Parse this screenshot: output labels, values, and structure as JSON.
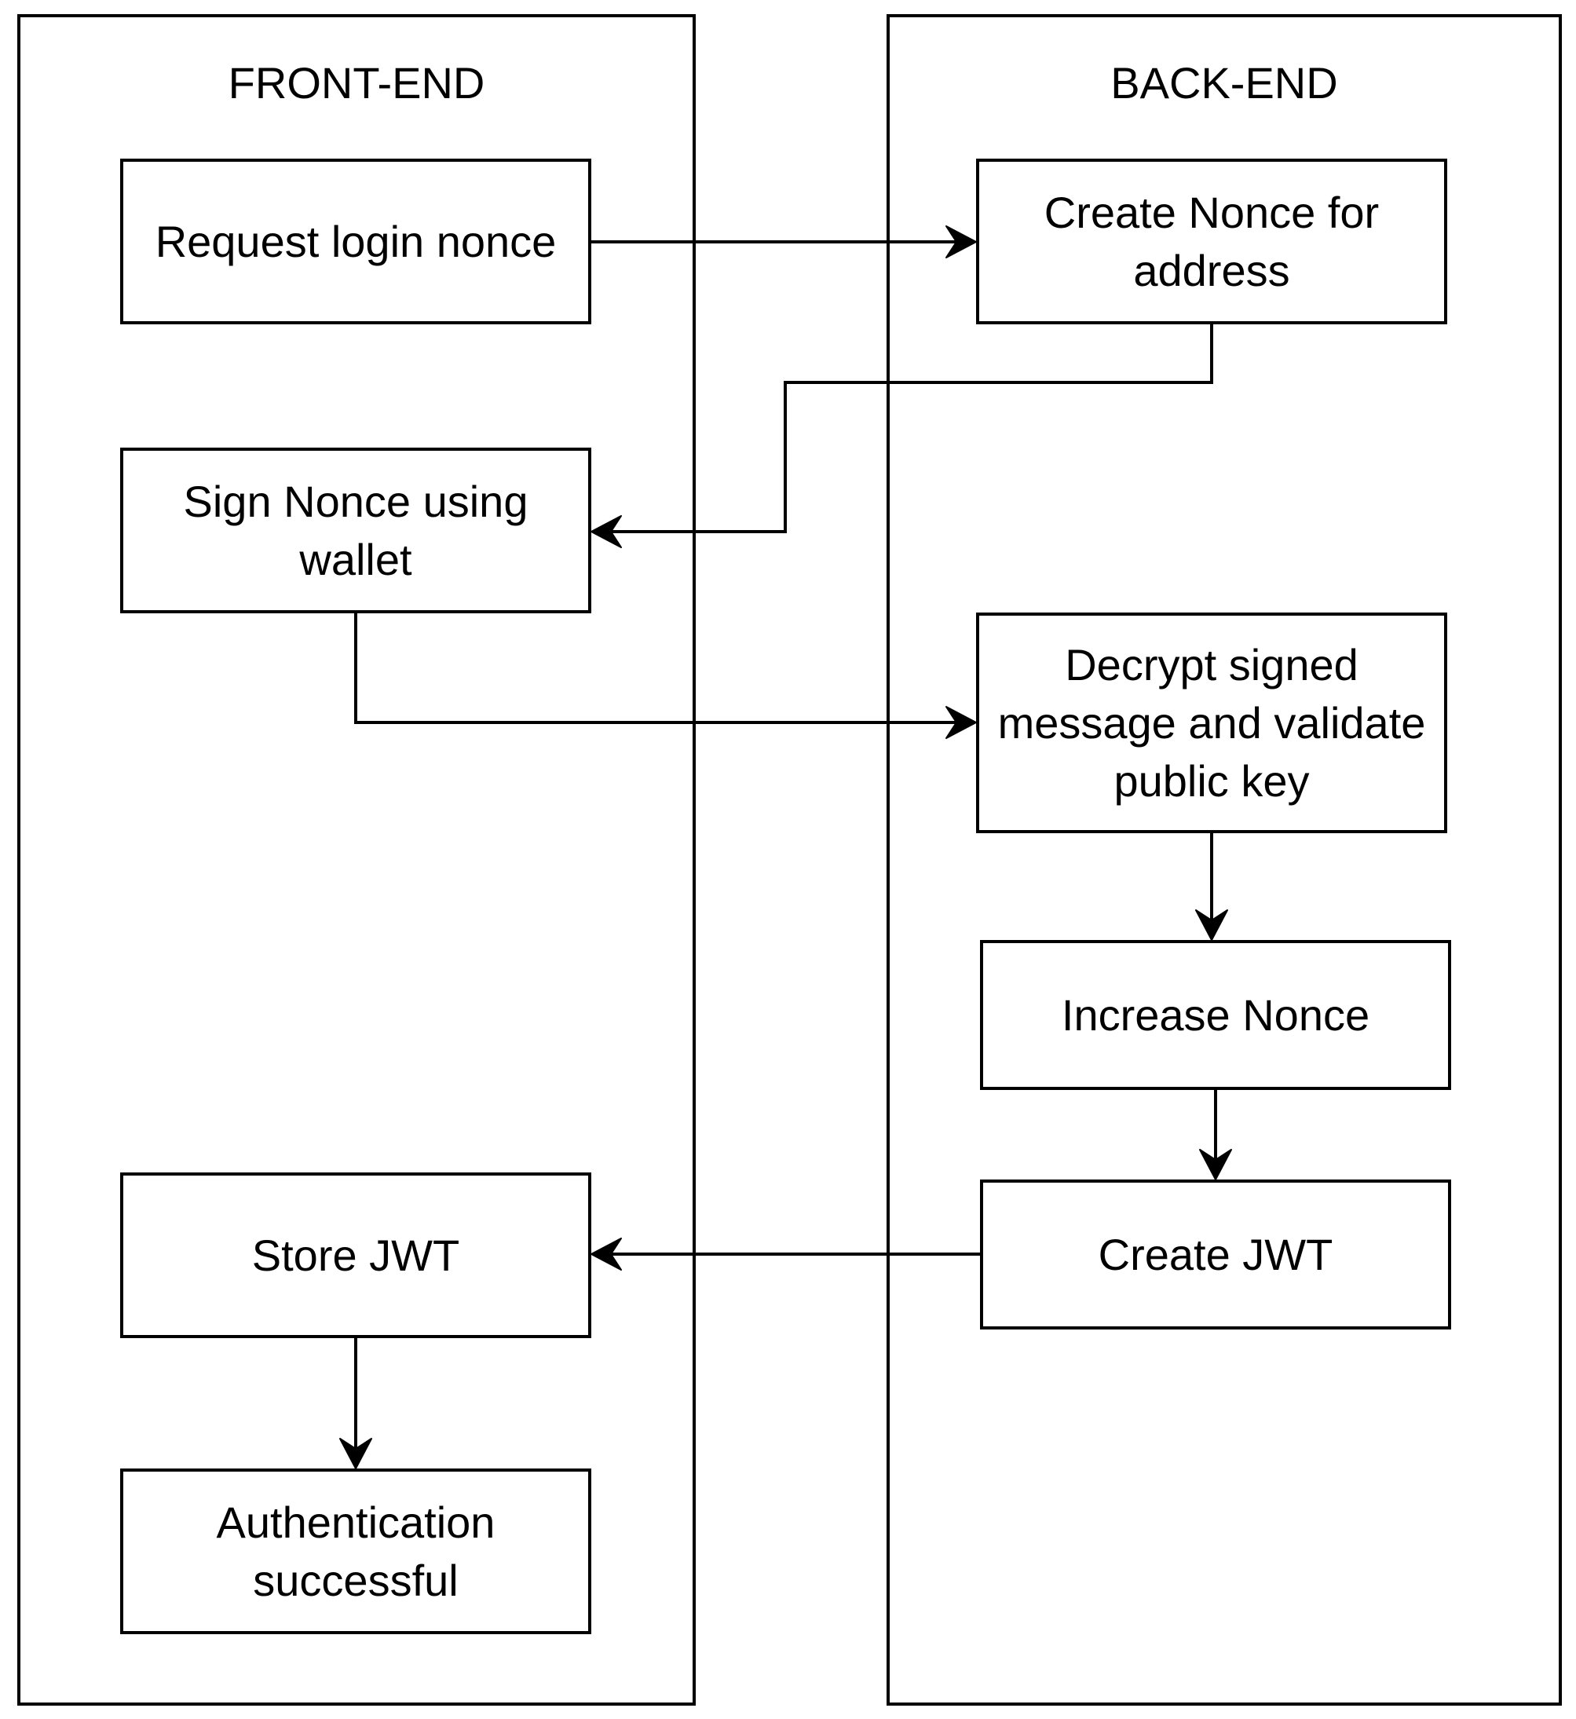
{
  "lanes": {
    "front_end": {
      "title": "FRONT-END"
    },
    "back_end": {
      "title": "BACK-END"
    }
  },
  "nodes": {
    "request_login_nonce": "Request login nonce",
    "create_nonce_for_address": "Create Nonce for address",
    "sign_nonce_using_wallet": "Sign Nonce using wallet",
    "decrypt_signed_message": "Decrypt signed message and validate public key",
    "increase_nonce": "Increase Nonce",
    "create_jwt": "Create JWT",
    "store_jwt": "Store JWT",
    "authentication_successful": "Authentication successful"
  },
  "edges": [
    {
      "from": "Request login nonce",
      "to": "Create Nonce for address"
    },
    {
      "from": "Create Nonce for address",
      "to": "Sign Nonce using wallet"
    },
    {
      "from": "Sign Nonce using wallet",
      "to": "Decrypt signed message and validate public key"
    },
    {
      "from": "Decrypt signed message and validate public key",
      "to": "Increase Nonce"
    },
    {
      "from": "Increase Nonce",
      "to": "Create JWT"
    },
    {
      "from": "Create JWT",
      "to": "Store JWT"
    },
    {
      "from": "Store JWT",
      "to": "Authentication successful"
    }
  ]
}
